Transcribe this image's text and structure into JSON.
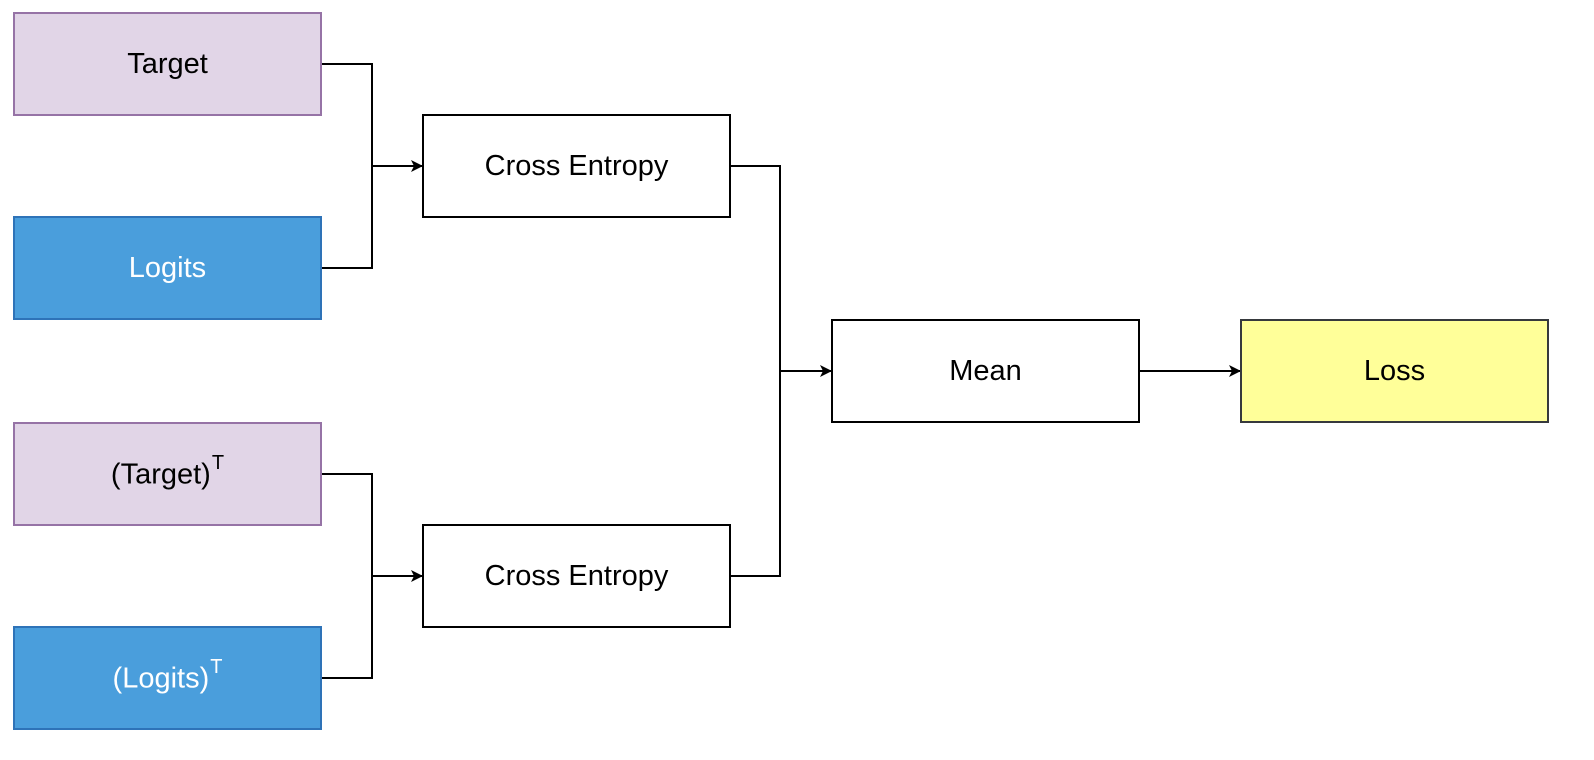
{
  "nodes": {
    "target": "Target",
    "logits": "Logits",
    "target_t_base": "(Target)",
    "target_t_sup": "T",
    "logits_t_base": "(Logits)",
    "logits_t_sup": "T",
    "cross_entropy_top": "Cross Entropy",
    "cross_entropy_bottom": "Cross Entropy",
    "mean": "Mean",
    "loss": "Loss"
  },
  "colors": {
    "target_fill": "#e1d5e7",
    "target_stroke": "#9673a6",
    "logits_fill": "#4a9edc",
    "logits_stroke": "#2e73b8",
    "loss_fill": "#ffff99",
    "edge": "#000000"
  }
}
